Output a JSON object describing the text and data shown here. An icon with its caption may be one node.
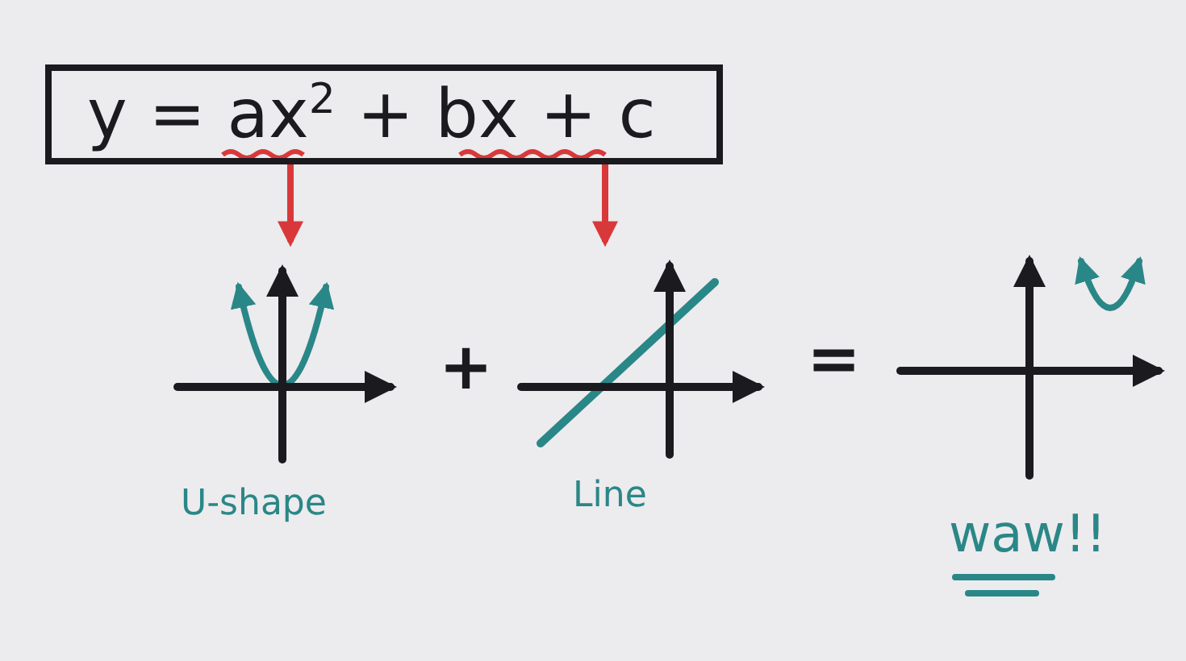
{
  "diagram": {
    "nodes": [
      {
        "text": [
          "y = ax$^{2}$ + bx + c"
        ]
      },
      {
        "text": [],
        "shape": "picture",
        "beside": [
          "U-shape"
        ]
      },
      {
        "text": [],
        "shape": "picture",
        "beside": [
          "Line"
        ]
      },
      {
        "text": [],
        "shape": "picture",
        "beside": [
          "waw!!"
        ]
      }
    ],
    "edges": [
      {
        "from": 0,
        "to": 1,
        "arrow": "to"
      },
      {
        "from": 0,
        "to": 2,
        "arrow": "to"
      }
    ],
    "labels": [
      "+",
      "="
    ]
  }
}
